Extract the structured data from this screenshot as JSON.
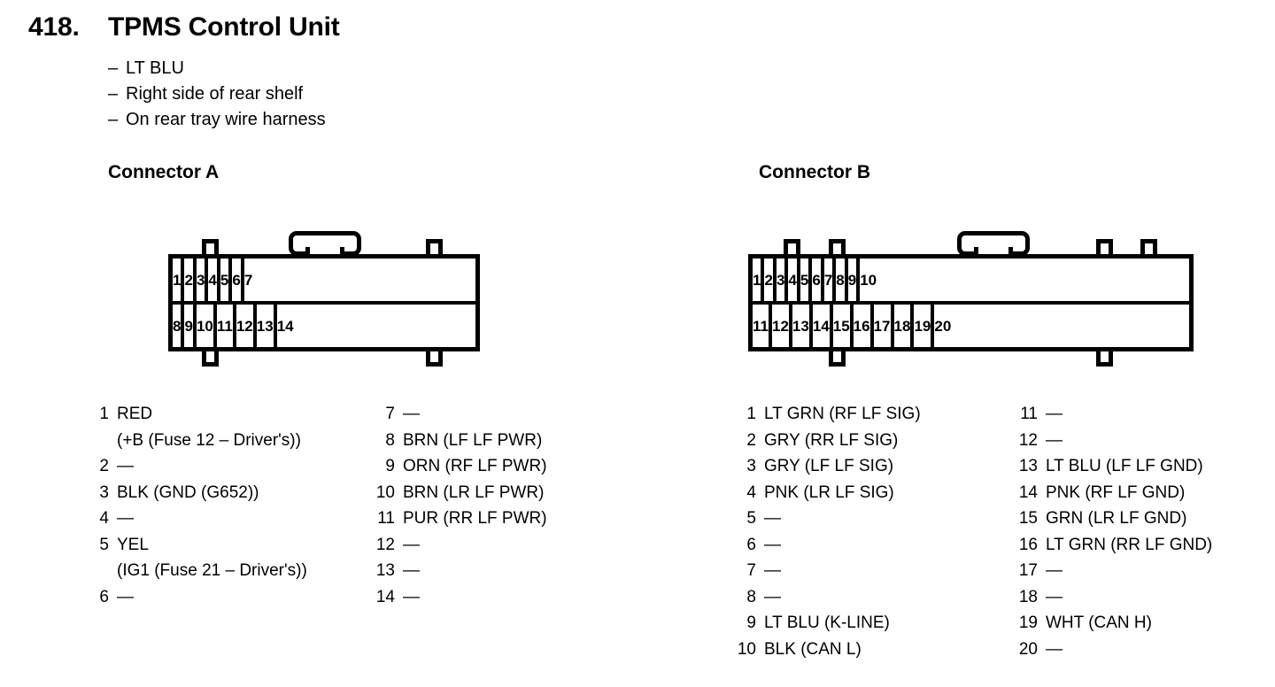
{
  "header": {
    "number": "418.",
    "title": "TPMS Control Unit",
    "notes": [
      "LT BLU",
      "Right side of rear shelf",
      "On rear tray wire harness"
    ],
    "dash": "–"
  },
  "empty_mark": "—",
  "connectors": [
    {
      "id": "a",
      "heading": "Connector A",
      "columns": 7,
      "rows": [
        [
          "1",
          "2",
          "3",
          "4",
          "5",
          "6",
          "7"
        ],
        [
          "8",
          "9",
          "10",
          "11",
          "12",
          "13",
          "14"
        ]
      ],
      "pins_left": [
        {
          "num": "1",
          "desc": "RED",
          "sub": "(+B (Fuse 12 – Driver's))"
        },
        {
          "num": "2",
          "desc": "—",
          "sub": ""
        },
        {
          "num": "3",
          "desc": "BLK (GND (G652))",
          "sub": ""
        },
        {
          "num": "4",
          "desc": "—",
          "sub": ""
        },
        {
          "num": "5",
          "desc": "YEL",
          "sub": "(IG1 (Fuse 21 – Driver's))"
        },
        {
          "num": "6",
          "desc": "—",
          "sub": ""
        }
      ],
      "pins_right": [
        {
          "num": "7",
          "desc": "—",
          "sub": ""
        },
        {
          "num": "8",
          "desc": "BRN (LF LF PWR)",
          "sub": ""
        },
        {
          "num": "9",
          "desc": "ORN (RF LF PWR)",
          "sub": ""
        },
        {
          "num": "10",
          "desc": "BRN (LR LF PWR)",
          "sub": ""
        },
        {
          "num": "11",
          "desc": "PUR (RR LF PWR)",
          "sub": ""
        },
        {
          "num": "12",
          "desc": "—",
          "sub": ""
        },
        {
          "num": "13",
          "desc": "—",
          "sub": ""
        },
        {
          "num": "14",
          "desc": "—",
          "sub": ""
        }
      ]
    },
    {
      "id": "b",
      "heading": "Connector B",
      "columns": 10,
      "rows": [
        [
          "1",
          "2",
          "3",
          "4",
          "5",
          "6",
          "7",
          "8",
          "9",
          "10"
        ],
        [
          "11",
          "12",
          "13",
          "14",
          "15",
          "16",
          "17",
          "18",
          "19",
          "20"
        ]
      ],
      "pins_left": [
        {
          "num": "1",
          "desc": "LT GRN (RF LF SIG)",
          "sub": ""
        },
        {
          "num": "2",
          "desc": "GRY (RR LF SIG)",
          "sub": ""
        },
        {
          "num": "3",
          "desc": "GRY (LF LF SIG)",
          "sub": ""
        },
        {
          "num": "4",
          "desc": "PNK (LR LF SIG)",
          "sub": ""
        },
        {
          "num": "5",
          "desc": "—",
          "sub": ""
        },
        {
          "num": "6",
          "desc": "—",
          "sub": ""
        },
        {
          "num": "7",
          "desc": "—",
          "sub": ""
        },
        {
          "num": "8",
          "desc": "—",
          "sub": ""
        },
        {
          "num": "9",
          "desc": "LT BLU (K-LINE)",
          "sub": ""
        },
        {
          "num": "10",
          "desc": "BLK (CAN L)",
          "sub": ""
        }
      ],
      "pins_right": [
        {
          "num": "11",
          "desc": "—",
          "sub": ""
        },
        {
          "num": "12",
          "desc": "—",
          "sub": ""
        },
        {
          "num": "13",
          "desc": "LT BLU (LF LF GND)",
          "sub": ""
        },
        {
          "num": "14",
          "desc": "PNK (RF LF GND)",
          "sub": ""
        },
        {
          "num": "15",
          "desc": "GRN (LR LF GND)",
          "sub": ""
        },
        {
          "num": "16",
          "desc": "LT GRN (RR LF GND)",
          "sub": ""
        },
        {
          "num": "17",
          "desc": "—",
          "sub": ""
        },
        {
          "num": "18",
          "desc": "—",
          "sub": ""
        },
        {
          "num": "19",
          "desc": "WHT (CAN H)",
          "sub": ""
        },
        {
          "num": "20",
          "desc": "—",
          "sub": ""
        }
      ]
    }
  ],
  "colors": {
    "ink": "#000000",
    "paper": "#ffffff"
  }
}
